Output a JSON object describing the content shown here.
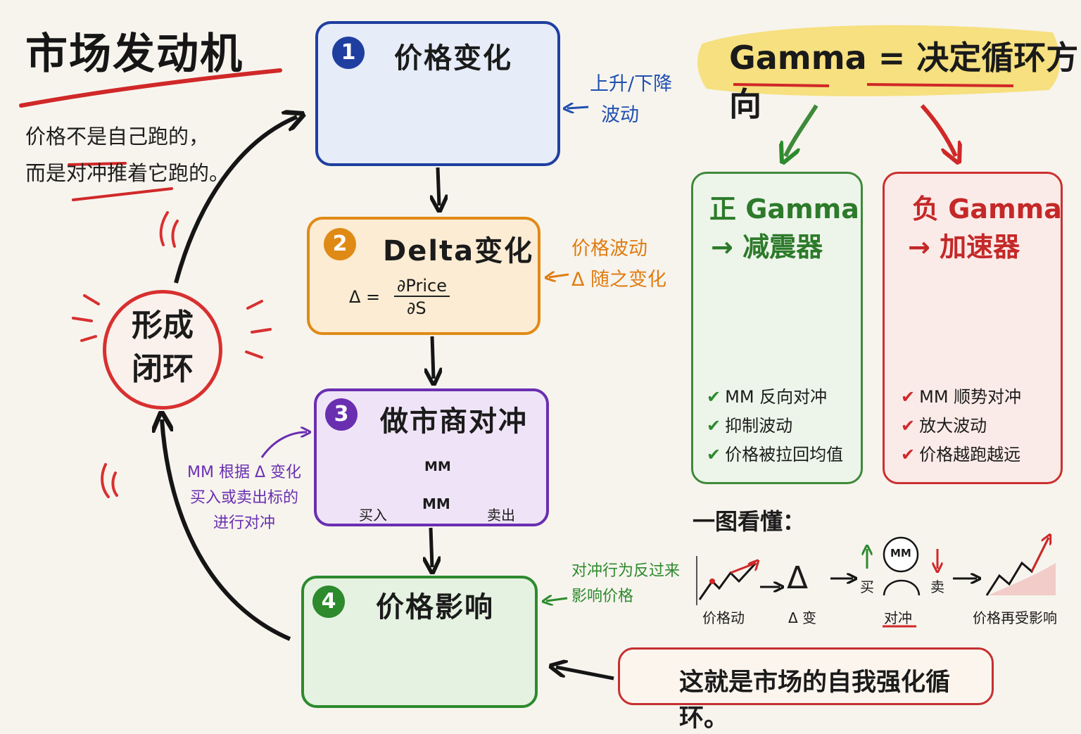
{
  "title": "市场发动机",
  "subtitle": {
    "line1": "价格不是自己跑的，",
    "line2": "而是对冲推着它跑的。"
  },
  "loop": {
    "line1": "形成",
    "line2": "闭环"
  },
  "steps": [
    {
      "number": "1",
      "title": "价格变化",
      "color": "#1f3fa0"
    },
    {
      "number": "2",
      "title": "Delta变化",
      "color": "#e08a16",
      "formula": {
        "lhs": "Δ =",
        "numerator": "∂Price",
        "denominator": "∂S"
      }
    },
    {
      "number": "3",
      "title": "做市商对冲",
      "color": "#6a2fb0",
      "mm": "MM",
      "buy": "买入",
      "sell": "卖出"
    },
    {
      "number": "4",
      "title": "价格影响",
      "color": "#2d8a2d"
    }
  ],
  "notes": {
    "n1": [
      "上升/下降",
      "波动"
    ],
    "n2": [
      "价格波动",
      "Δ 随之变化"
    ],
    "n3": [
      "MM 根据 Δ 变化",
      "买入或卖出标的",
      "进行对冲"
    ],
    "n4": [
      "对冲行为反过来",
      "影响价格"
    ]
  },
  "gamma": {
    "headline": "Gamma = 决定循环方向",
    "positive": {
      "title": "正 Gamma",
      "sub": "→ 减震器",
      "color": "#3e8a3a",
      "items": [
        "MM 反向对冲",
        "抑制波动",
        "价格被拉回均值"
      ]
    },
    "negative": {
      "title": "负 Gamma",
      "sub": "→ 加速器",
      "color": "#cc3030",
      "items": [
        "MM 顺势对冲",
        "放大波动",
        "价格越跑越远"
      ]
    }
  },
  "summary": {
    "title": "一图看懂：",
    "delta_symbol": "Δ",
    "mm": "MM",
    "buy": "买",
    "sell": "卖",
    "labels": [
      "价格动",
      "Δ 变",
      "对冲",
      "价格再受影响"
    ]
  },
  "conclusion": {
    "text": "这就是市场的自我强化循环。"
  },
  "check_mark": "✔",
  "icons": [
    "star-icon",
    "check-icon",
    "arrow-icon",
    "scale-icon",
    "person-icon"
  ]
}
